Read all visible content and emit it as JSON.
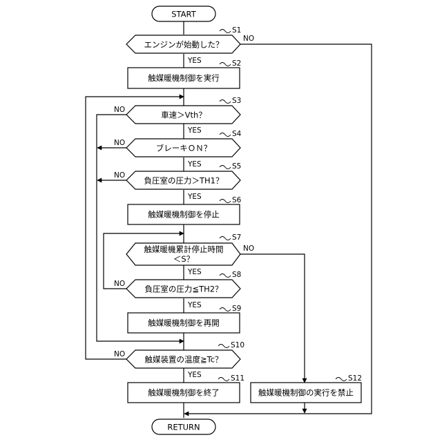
{
  "nodes": {
    "start": {
      "text": "START"
    },
    "s1": {
      "step": "S1",
      "text": "エンジンが始動した？"
    },
    "s2": {
      "step": "S2",
      "text": "触媒暖機制御を実行"
    },
    "s3": {
      "step": "S3",
      "text": "車速＞Vth？"
    },
    "s4": {
      "step": "S4",
      "text": "ブレーキＯＮ？"
    },
    "s5": {
      "step": "S5",
      "text": "負圧室の圧力＞TH1？"
    },
    "s6": {
      "step": "S6",
      "text": "触媒暖機制御を停止"
    },
    "s7": {
      "step": "S7",
      "text_line1": "触媒暖機累計停止時間",
      "text_line2": "＜S？"
    },
    "s8": {
      "step": "S8",
      "text": "負圧室の圧力≦TH2？"
    },
    "s9": {
      "step": "S9",
      "text": "触媒暖機制御を再開"
    },
    "s10": {
      "step": "S10",
      "text": "触媒装置の温度≧Tc？"
    },
    "s11": {
      "step": "S11",
      "text": "触媒暖機制御を終了"
    },
    "s12": {
      "step": "S12",
      "text": "触媒暖機制御の実行を禁止"
    },
    "return": {
      "text": "RETURN"
    }
  },
  "branch_labels": {
    "yes": "YES",
    "no": "NO"
  }
}
